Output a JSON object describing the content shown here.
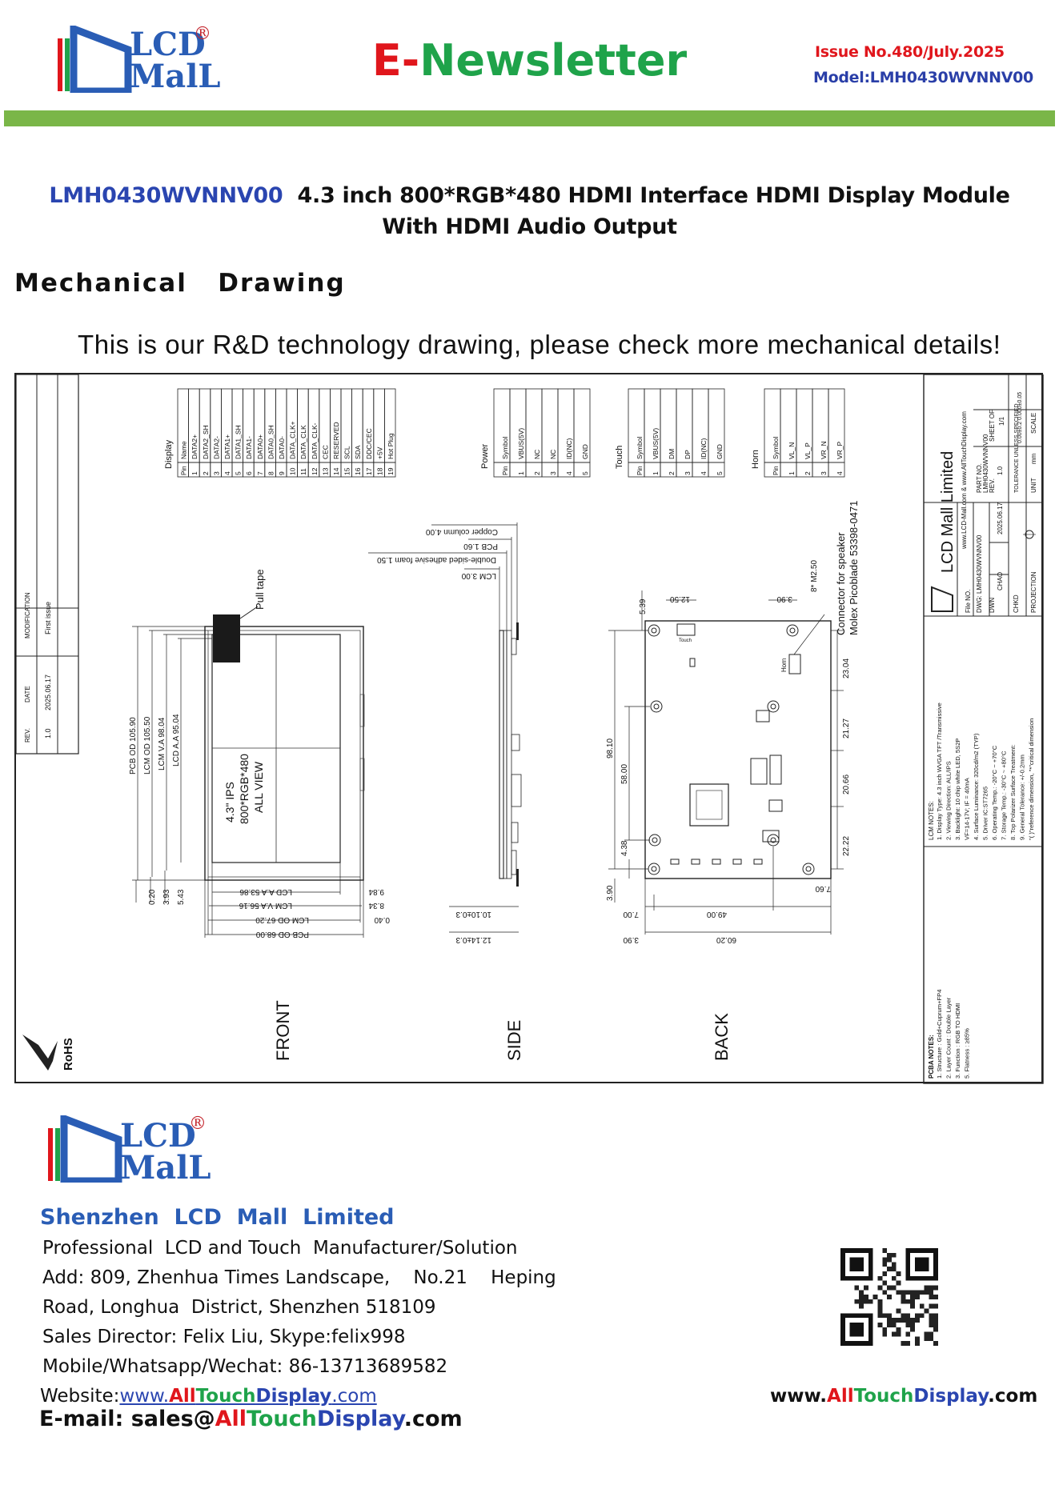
{
  "header": {
    "logo_text_top": "LCD",
    "logo_text_bottom": "MalL",
    "logo_reg": "®",
    "newsletter_e": "E-",
    "newsletter_rest": "Newsletter",
    "issue": "Issue  No.480/July.2025",
    "model": "Model:LMH0430WVNNV00"
  },
  "product": {
    "model": "LMH0430WVNNV00",
    "title_rest": "  4.3 inch 800*RGB*480 HDMI Interface HDMI Display Module",
    "title_line2": "With HDMI Audio Output"
  },
  "section_heading": "Mechanical   Drawing",
  "intro_text": "This is our R&D technology drawing, please check more mechanical details!",
  "drawing": {
    "revision_block": {
      "modification_h": "MODIFICATION",
      "date_h": "DATE",
      "rev_h": "REV.",
      "modification": "First issue",
      "date": "2025.06.17",
      "rev": "1.0"
    },
    "display_table": {
      "title": "Display",
      "headers": [
        "Pin",
        "Name"
      ],
      "rows": [
        [
          "1",
          "DATA2+"
        ],
        [
          "2",
          "DATA2_SH"
        ],
        [
          "3",
          "DATA2-"
        ],
        [
          "4",
          "DATA1+"
        ],
        [
          "5",
          "DATA1_SH"
        ],
        [
          "6",
          "DATA1-"
        ],
        [
          "7",
          "DATA0+"
        ],
        [
          "8",
          "DATA0_SH"
        ],
        [
          "9",
          "DATA0-"
        ],
        [
          "10",
          "DATA_CLK+"
        ],
        [
          "11",
          "DATA_CLK"
        ],
        [
          "12",
          "DATA_CLK-"
        ],
        [
          "13",
          "CEC"
        ],
        [
          "14",
          "RESERVED"
        ],
        [
          "15",
          "SCL"
        ],
        [
          "16",
          "SDA"
        ],
        [
          "17",
          "DDC/CEC"
        ],
        [
          "18",
          "+5V"
        ],
        [
          "19",
          "Hot Plug"
        ]
      ]
    },
    "power_table": {
      "title": "Power",
      "headers": [
        "Pin",
        "Symbol"
      ],
      "rows": [
        [
          "1",
          "VBUS(5V)"
        ],
        [
          "2",
          "NC"
        ],
        [
          "3",
          "NC"
        ],
        [
          "4",
          "ID(NC)"
        ],
        [
          "5",
          "GND"
        ]
      ]
    },
    "touch_table": {
      "title": "Touch",
      "headers": [
        "Pin",
        "Symbol"
      ],
      "rows": [
        [
          "1",
          "VBUS(5V)"
        ],
        [
          "2",
          "DM"
        ],
        [
          "3",
          "DP"
        ],
        [
          "4",
          "ID(NC)"
        ],
        [
          "5",
          "GND"
        ]
      ]
    },
    "horn_table": {
      "title": "Horn",
      "headers": [
        "Pin",
        "Symbol"
      ],
      "rows": [
        [
          "1",
          "VL_N"
        ],
        [
          "2",
          "VL_P"
        ],
        [
          "3",
          "VR_N"
        ],
        [
          "4",
          "VR_P"
        ]
      ]
    },
    "front": {
      "label": "FRONT",
      "pull_tape": "Pull tape",
      "center_text": [
        "4.3\" IPS",
        "800*RGB*480",
        "ALL VIEW"
      ],
      "dims_v": [
        "PCB OD 105.90",
        "LCM OD 105.50",
        "LCM V.A 98.04",
        "LCD A.A 95.04"
      ],
      "dims_left": [
        "0.20",
        "3.93",
        "5.43"
      ],
      "dims_h": [
        "LCD A.A 53.86",
        "LCM V.A 56.16",
        "LCM OD 67.20",
        "PCB OD 68.00"
      ],
      "dims_right": [
        "9.84",
        "8.34",
        "0.40"
      ]
    },
    "side": {
      "label": "SIDE",
      "dims": [
        "Copper column 4.00",
        "PCB 1.60",
        "Double-sided adhesive foam 1.50",
        "LCM 3.00",
        "10.10±0.3",
        "12.14±0.3"
      ]
    },
    "back": {
      "label": "BACK",
      "connector_note": [
        "Connector for speaker",
        "Molex Picoblade 53398-0471"
      ],
      "m25": "8* M2.50",
      "horn": "Horn",
      "touch": "Touch",
      "dims_top": [
        "5.39",
        "12.50",
        "3.90"
      ],
      "dims_left": [
        "98.10",
        "58.00",
        "4.38",
        "3.90"
      ],
      "dims_right": [
        "23.04",
        "21.27",
        "20.66",
        "22.22",
        "7.60"
      ],
      "dims_bottom": [
        "7.00",
        "49.00",
        "3.90",
        "60.20"
      ]
    },
    "title_block": {
      "company": "LCD Mall Limited",
      "websites": "www.LCD-Mall.com & www.AllTouchDisplay.com",
      "file_no": "File NO.",
      "dwg": "DWG: LMH0430WVNNV00",
      "part_no": "PART NO.",
      "part_value": "LMH0430WVNNV00",
      "dwn": "DWN",
      "dwn_name": "CHAO",
      "dwn_date": "2025.06.17",
      "rev_label": "REV.",
      "rev_value": "1.0",
      "sheet": "SHEET OF",
      "sheet_value": "1/1",
      "chkd": "CHKD",
      "tolerance": "TOLERANCE UNLESS SPECIFIED",
      "tol_values": "0.00±0.2  0.000±0.05",
      "projection": "PROJECTION",
      "unit": "UNIT",
      "unit_value": "mm",
      "scale": "SCALE"
    },
    "lcm_notes": {
      "title": "LCM NOTES:",
      "items": [
        "1. Display Type: 4.3 inch WVGA TFT /Transmissive",
        "2. Viewing Direction: ALL/IPS",
        "3. Backlight: 10 chip white LED, 5S2P",
        "   VF=14-17V; IF = 40mA",
        "4. Surface Luminance: 320cd/m2 (TYP)",
        "5. Driver IC:ST7265",
        "6. Operating Temp.: -20°C ~ +70°C",
        "7. Storage Temp.: -30°C ~ +80°C",
        "8. Top Polarizer Surface Treatment:",
        "9. General Tolerance: +/-0.2mm",
        "   \"( )\"reference dimension, \"*\"critical dimension"
      ]
    },
    "pcba_notes": {
      "title": "PCBA NOTES:",
      "items": [
        "1. Structure    :  Gold+Cuprum+FP4",
        "2. Layer Count :  Double Layer",
        "3. Function     :  RGB TO HDMI",
        "5. Flatness      :  ≥85%"
      ]
    },
    "rohs": "RoHS"
  },
  "footer": {
    "logo_text_top": "LCD",
    "logo_text_bottom": "MalL",
    "logo_reg": "®",
    "company": "Shenzhen  LCD  Mall  Limited",
    "line1": "Professional  LCD and Touch  Manufacturer/Solution",
    "line2": "Add: 809, Zhenhua Times Landscape,    No.21    Heping",
    "line3": "Road, Longhua  District, Shenzhen 518109",
    "line4": "Sales Director: Felix Liu, Skype:felix998",
    "line5": "Mobile/Whatsapp/Wechat: 86-13713689582",
    "website_label": "Website:",
    "web_www": "www.",
    "web_all": "All",
    "web_touch": "Touch",
    "web_display": "Display",
    "web_com": ".com",
    "email_label": "E-mail: sales@",
    "email_all": "All",
    "email_touch": "Touch",
    "email_display": "Display",
    "email_com": ".com",
    "right_www": "www.",
    "right_all": "All",
    "right_touch": "Touch",
    "right_display": "Display",
    "right_com": ".com"
  },
  "colors": {
    "red": "#e0161c",
    "green": "#1fa34a",
    "blue": "#2a45b0",
    "bar": "#7ab648"
  }
}
